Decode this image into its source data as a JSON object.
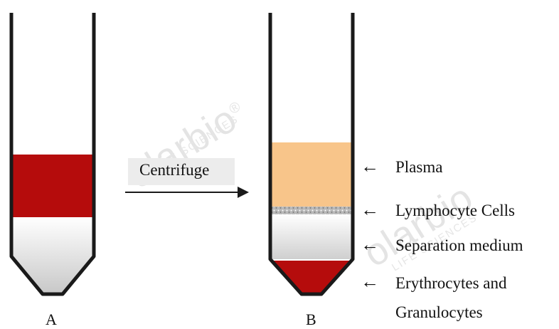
{
  "watermark": {
    "brand": "olarbio",
    "registered": "®",
    "sub": "LIFE SCIENCES"
  },
  "tube_a": {
    "label": "A",
    "blood_color": "#b50c0c"
  },
  "tube_b": {
    "label": "B"
  },
  "centrifuge": {
    "label": "Centrifuge"
  },
  "layers": [
    {
      "name": "Plasma",
      "color": "#f8c58a"
    },
    {
      "name": "Lymphocyte Cells",
      "color": "#a9a9a9"
    },
    {
      "name": "Separation medium",
      "color": "#f1f1f1"
    },
    {
      "name": "Erythrocytes and",
      "name_line2": "Granulocytes",
      "color": "#b50c0c"
    }
  ]
}
